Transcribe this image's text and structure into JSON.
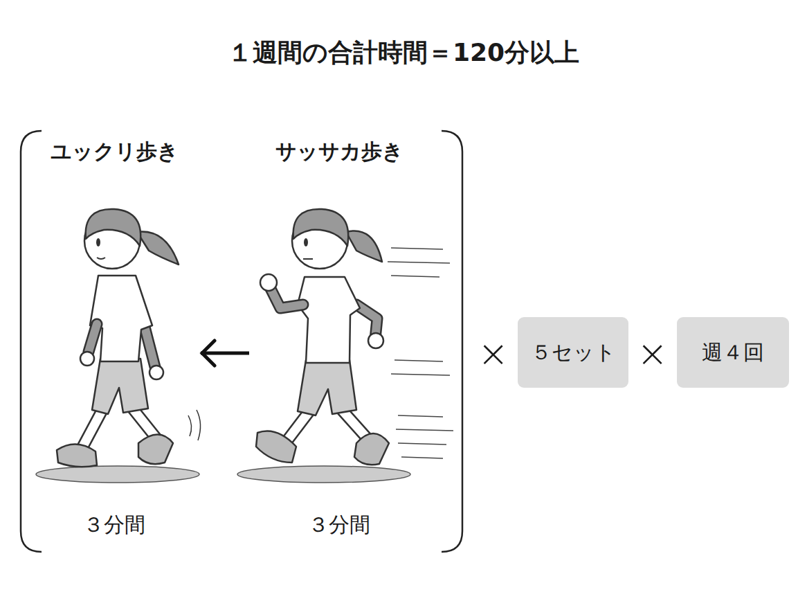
{
  "diagram": {
    "title": "１週間の合計時間＝120分以上",
    "nodes": [
      {
        "text": [
          "ユックリ歩き",
          "３分間"
        ]
      },
      {
        "text": [
          "サッサカ歩き",
          "３分間"
        ]
      },
      {
        "text": [
          "５セット"
        ]
      },
      {
        "text": [
          "週４回"
        ]
      }
    ],
    "edges": [
      {
        "from": 1,
        "to": 0,
        "arrow": "to"
      }
    ],
    "labels": [
      "×",
      "×"
    ]
  }
}
